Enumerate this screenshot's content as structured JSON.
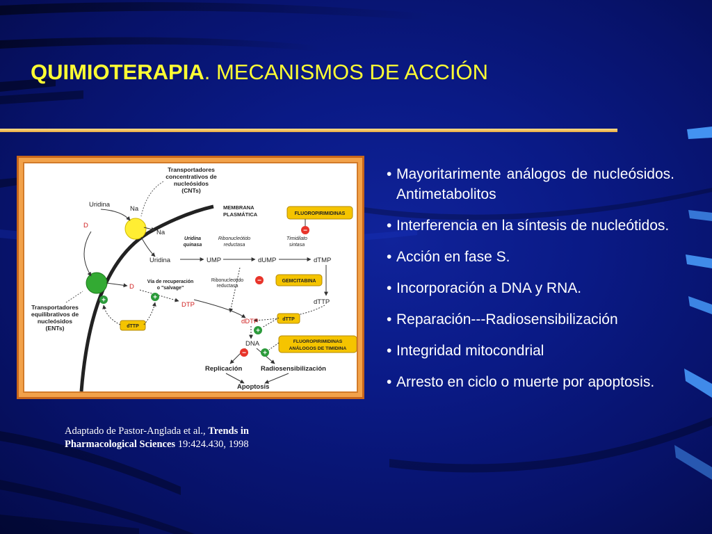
{
  "title": {
    "bold": "QUIMIOTERAPIA",
    "rest": ". MECANISMOS DE ACCIÓN"
  },
  "colors": {
    "background": "#0a1a86",
    "title": "#ffff33",
    "rule": "#f0c060",
    "figure_frame": "#f2a24a",
    "inhibition": "#e8342a",
    "stimulation": "#2b9a3a",
    "drug_box": "#f5c400"
  },
  "diagram": {
    "cnt_label": [
      "Transportadores",
      "concentrativos de",
      "nucleósidos",
      "(CNTs)"
    ],
    "ent_label": [
      "Transportadores",
      "equilibrativos de",
      "nucleósidos",
      "(ENTs)"
    ],
    "membrane_label": [
      "MEMBRANA",
      "PLASMÁTICA"
    ],
    "uridina_top": "Uridina",
    "na_top": "Na",
    "na_mid": "Na",
    "d_top": "D",
    "d_mid": "D",
    "uridina_mid": "Uridina",
    "uridina_quinasa": [
      "Uridina",
      "quinasa"
    ],
    "ribonucleotido_reductasa_1": [
      "Ribonucleótido",
      "reductasa"
    ],
    "timidilato_sintasa": [
      "Timidilato",
      "sintasa"
    ],
    "ump": "UMP",
    "dump": "dUMP",
    "dtmp": "dTMP",
    "dttp_right": "dTTP",
    "via_recuperacion": [
      "Vía de recuperación",
      "o \"salvage\""
    ],
    "ribonucleotido_reductasa_2": [
      "Ribonucleotido",
      "reductasa"
    ],
    "dtp": "DTP",
    "ddtp": "dDTP",
    "dna": "DNA",
    "replicacion": "Replicación",
    "radiosensibilizacion": "Radiosensibilización",
    "apoptosis": "Apoptosis",
    "drug_fluoropirimidinas": "FLUOROPIRIMIDINAS",
    "drug_gemcitabina": "GEMCITABINA",
    "drug_dttp_1": "dTTP",
    "drug_dttp_2": "dTTP",
    "drug_fluoro_timidina": [
      "FLUOROPIRIMIDINAS",
      "ANÁLOGOS DE TIMIDINA"
    ],
    "minus_sign": "−",
    "plus_sign": "+"
  },
  "caption": {
    "plain": "Adaptado de Pastor-Anglada et al., ",
    "bold": "Trends in Pharmacological Sciences",
    "tail": " 19:424.430, 1998"
  },
  "bullets": [
    "Mayoritarimente análogos de nucleósidos. Antimetabolitos",
    "Interferencia en la síntesis de nucleótidos.",
    "Acción en fase S.",
    "Incorporación a DNA y RNA.",
    "Reparación---Radiosensibilización",
    "Integridad mitocondrial",
    "Arresto en ciclo o muerte por apoptosis."
  ],
  "bullet_char": "•"
}
